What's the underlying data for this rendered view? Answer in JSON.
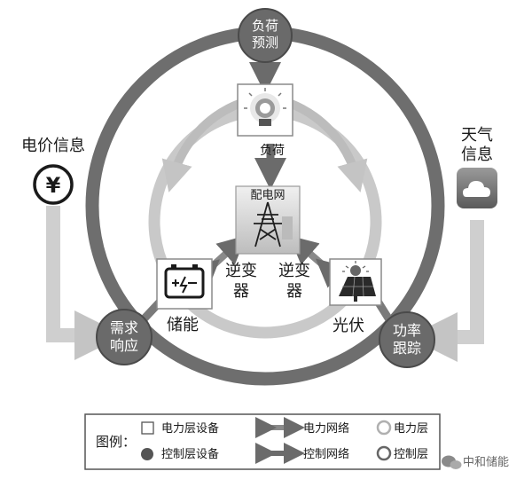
{
  "nodes": {
    "load_forecast": [
      "负荷",
      "预测"
    ],
    "demand_response": [
      "需求",
      "响应"
    ],
    "power_tracking": [
      "功率",
      "跟踪"
    ]
  },
  "devices": {
    "load": "负荷",
    "distribution_grid": "配电网",
    "inverter_left": [
      "逆变",
      "器"
    ],
    "inverter_right": [
      "逆变",
      "器"
    ],
    "storage": "储能",
    "pv": "光伏"
  },
  "side_info": {
    "price_info": "电价信息",
    "price_symbol": "¥",
    "weather_info": [
      "天气",
      "信息"
    ]
  },
  "legend": {
    "title": "图例：",
    "power_device": "电力层设备",
    "control_device": "控制层设备",
    "power_network": "电力网络",
    "control_network": "控制网络",
    "power_layer": "电力层",
    "control_layer": "控制层"
  },
  "watermark": "中和储能"
}
